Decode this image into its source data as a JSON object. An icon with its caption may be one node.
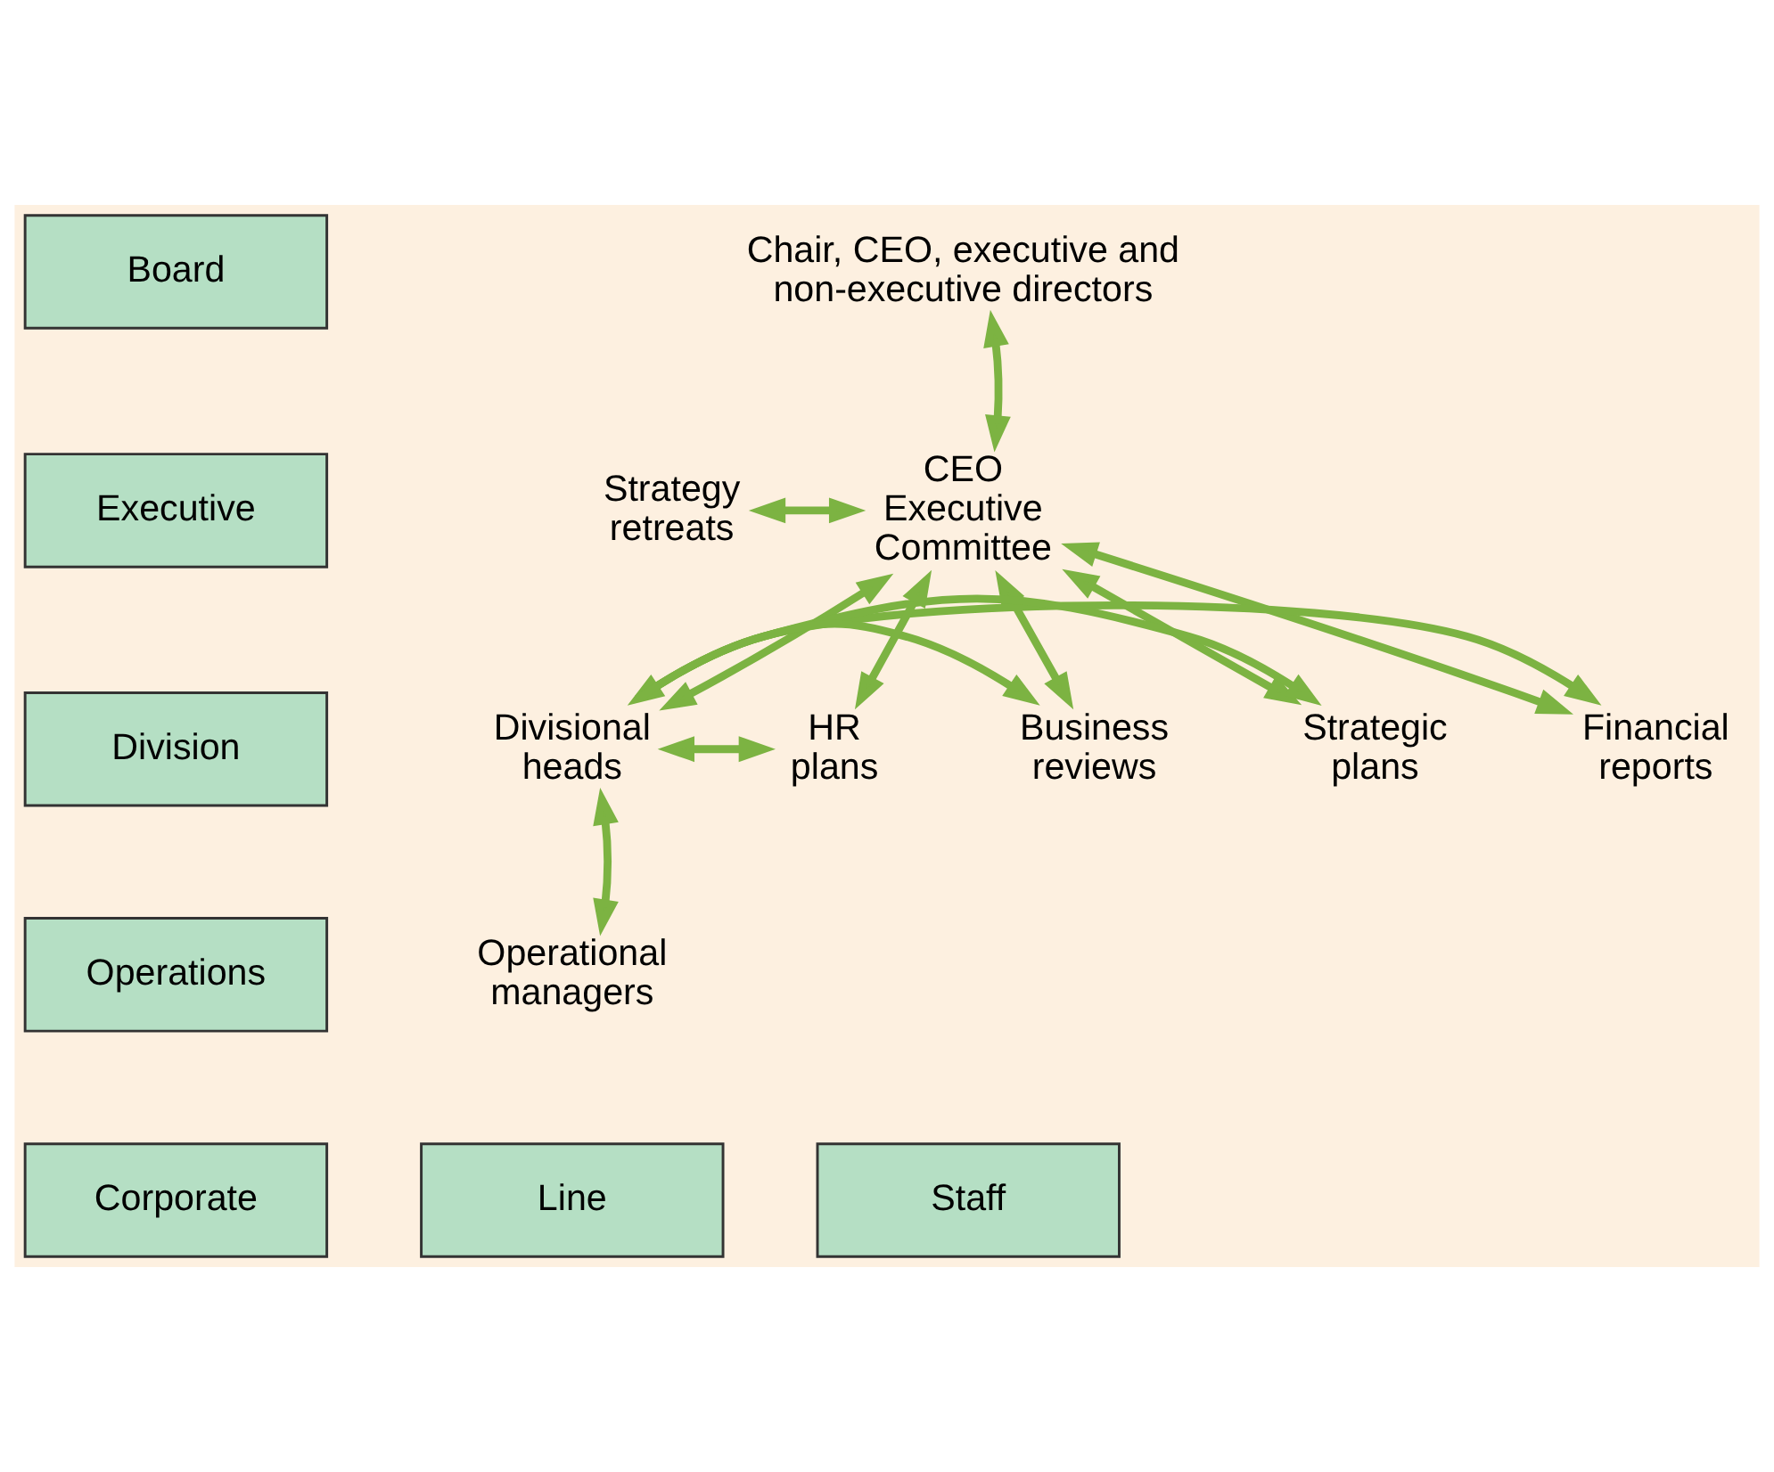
{
  "diagram": {
    "nodes": [
      {
        "text": [
          "Board"
        ]
      },
      {
        "text": [
          "Executive"
        ]
      },
      {
        "text": [
          "Division"
        ]
      },
      {
        "text": [
          "Operations"
        ]
      },
      {
        "text": [
          "Chair, CEO, executive and non-executive directors"
        ]
      },
      {
        "text": [
          "Strategy retreats"
        ]
      },
      {
        "text": [
          "CEO Executive Committee"
        ]
      },
      {
        "text": [
          "Financial reports"
        ]
      },
      {
        "text": [
          "Strategic plans"
        ]
      },
      {
        "text": [
          "Business reviews"
        ]
      },
      {
        "text": [
          "Divisional heads"
        ]
      },
      {
        "text": [
          "HR plans"
        ]
      },
      {
        "text": [
          "Operational managers"
        ]
      },
      {
        "text": [
          "Corporate"
        ]
      },
      {
        "text": [
          "Line"
        ]
      },
      {
        "text": [
          "Staff"
        ]
      }
    ],
    "edges": [
      {
        "from": 4,
        "to": 6,
        "arrow": "both"
      },
      {
        "from": 5,
        "to": 6,
        "arrow": "both"
      },
      {
        "from": 9,
        "to": 6,
        "arrow": "both"
      },
      {
        "from": 6,
        "to": 10,
        "arrow": "both"
      },
      {
        "from": 7,
        "to": 6,
        "arrow": "both"
      },
      {
        "from": 8,
        "to": 6,
        "arrow": "both"
      },
      {
        "from": 11,
        "to": 6,
        "arrow": "both"
      },
      {
        "from": 10,
        "to": 9,
        "arrow": "to"
      },
      {
        "from": 10,
        "to": 7,
        "arrow": "to"
      },
      {
        "from": 10,
        "to": 8,
        "arrow": "both"
      },
      {
        "from": 10,
        "to": 11,
        "arrow": "both"
      },
      {
        "from": 10,
        "to": 12,
        "arrow": "both"
      }
    ]
  }
}
